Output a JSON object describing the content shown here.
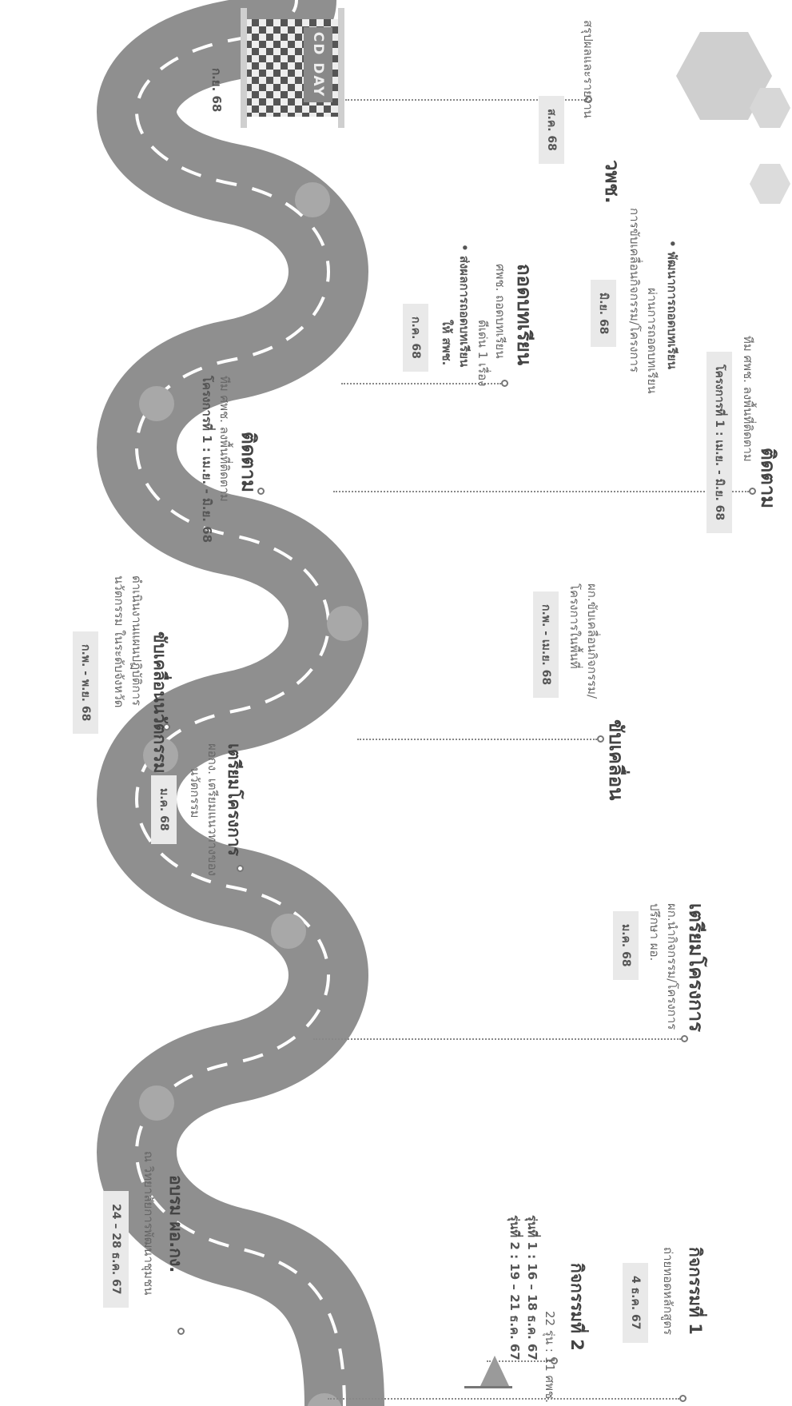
{
  "milestones": {
    "m1": {
      "title": "กิจกรรมที่ 1",
      "lines": [
        "ถ่ายทอดหลักสูตร"
      ],
      "date": "4 ธ.ค. 67"
    },
    "m2": {
      "title": "กิจกรรมที่ 2",
      "lines": [
        "22 รุ่น : 11 ศพช.",
        "รุ่นที่ 1 : 16 – 18 ธ.ค. 67",
        "รุ่นที่ 2 : 19 – 21 ธ.ค. 67"
      ]
    },
    "m3": {
      "title": "อบรม ผอ.กง.",
      "lines": [
        "ณ วิทยาลัยการพัฒนาชุมชน"
      ],
      "date": "24 – 28 ธ.ค. 67"
    },
    "m4": {
      "title": "เตรียมโครงการ",
      "lines": [
        "ผก.นำกิจกรรม/โครงการ",
        "ปรึกษา ผอ."
      ],
      "date": "ม.ค. 68"
    },
    "m5": {
      "title": "เตรียมโครงการ",
      "lines": [
        "ผอกง. เตรียมแนวทางของ",
        "นวัตกรรม"
      ],
      "date": "ม.ค. 68"
    },
    "m6": {
      "title": "ขับเคลื่อน",
      "lines": [
        "ผก.ขับเคลื่อนกิจกรรม/",
        "โครงการในพื้นที่"
      ],
      "date": "ก.พ. - เม.ย. 68"
    },
    "m7": {
      "title": "ขับเคลื่อนนวัตกรรม",
      "lines": [
        "ดำเนินงานแผนปฏิบัติการ",
        "นวัตกรรม ในระดับจังหวัด"
      ],
      "date": "ก.พ. - พ.ย. 68"
    },
    "m8": {
      "title": "ติดตาม",
      "lines": [
        "ทีม ศพช. ลงพื้นที่ติดตาม",
        "โครงการที่ 1 : เม.ย. - มิ.ย. 68"
      ],
      "bullet": "พัฒนาการถอดบทเรียน",
      "sub": [
        "ผ่านการถอดบทเรียน",
        "การขับเคลื่อนกิจกรรม/โครงการ"
      ],
      "date": "มิ.ย. 68"
    },
    "m9": {
      "title": "ติดตาม",
      "lines": [
        "ทีม ศพช. ลงพื้นที่ติดตาม",
        "โครงการที่ 1 : เม.ย. - มิ.ย. 68"
      ]
    },
    "m10": {
      "title": "ถอดบทเรียน",
      "lines": [
        "ศพช. ถอดบทเรียน",
        "ดีเด่น 1 เรื่อง"
      ],
      "bullet": "ส่งผลการถอดบทเรียน",
      "bullet2": "ให้ สพช.",
      "date": "ก.ค. 68"
    },
    "m11": {
      "title": "วพช.",
      "lines": [
        "สรุปผลและรายงาน"
      ],
      "date": "ส.ค. 68"
    }
  },
  "goal": {
    "board_text": "CD DAY",
    "date": "ก.ย. 68"
  },
  "colors": {
    "road": "#8f8f8f",
    "road_stripe": "#ffffff",
    "marker": "#a8a8a8",
    "text": "#555555",
    "date_bg": "#e9e9e9"
  },
  "icons": {
    "flag": "start-flag-icon",
    "finish": "finish-line-icon",
    "hex": "hexagon-icon"
  }
}
